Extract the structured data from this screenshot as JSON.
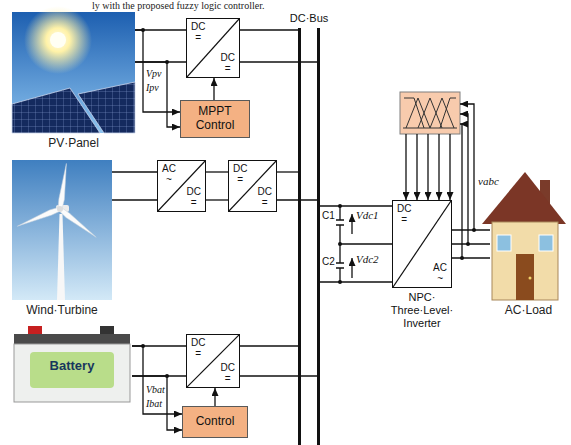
{
  "diagram": {
    "nodes": [
      {
        "text": [
          "PV·Panel"
        ]
      },
      {
        "text": [
          "DC =",
          "DC ="
        ]
      },
      {
        "text": [
          "MPPT Control"
        ]
      },
      {
        "text": [
          "Wind·Turbine"
        ]
      },
      {
        "text": [
          "AC ~",
          "DC ="
        ]
      },
      {
        "text": [
          "DC =",
          "DC ="
        ]
      },
      {
        "text": [
          "Battery"
        ]
      },
      {
        "text": [
          "DC =",
          "DC ="
        ]
      },
      {
        "text": [
          "Control"
        ]
      },
      {
        "text": [
          "DC·Bus"
        ]
      },
      {
        "text": [
          "DC =",
          "AC ~",
          "NPC· Three·Level· Inverter"
        ]
      },
      {
        "text": [
          "AC·Load"
        ]
      }
    ],
    "edges": [
      {
        "from": 0,
        "to": 1,
        "arrow": "none"
      },
      {
        "from": 1,
        "to": 9,
        "arrow": "none"
      },
      {
        "from": 2,
        "to": 1,
        "arrow": "to"
      },
      {
        "from": 0,
        "to": 2,
        "arrow": "to",
        "label": "Vpv"
      },
      {
        "from": 0,
        "to": 2,
        "arrow": "to",
        "label": "Ipv"
      },
      {
        "from": 3,
        "to": 4,
        "arrow": "none"
      },
      {
        "from": 4,
        "to": 5,
        "arrow": "none"
      },
      {
        "from": 5,
        "to": 9,
        "arrow": "none"
      },
      {
        "from": 6,
        "to": 7,
        "arrow": "none"
      },
      {
        "from": 7,
        "to": 9,
        "arrow": "none"
      },
      {
        "from": 8,
        "to": 7,
        "arrow": "to"
      },
      {
        "from": 6,
        "to": 8,
        "arrow": "to",
        "label": "Vbat"
      },
      {
        "from": 6,
        "to": 8,
        "arrow": "to",
        "label": "Ibat"
      },
      {
        "from": 9,
        "to": 10,
        "arrow": "none"
      },
      {
        "from": 10,
        "to": 11,
        "arrow": "none"
      }
    ],
    "labels": [
      "ly with the proposed fuzzy logic controller.",
      "C1",
      "C2",
      "Vdc1",
      "Vdc2",
      "vabc"
    ]
  }
}
